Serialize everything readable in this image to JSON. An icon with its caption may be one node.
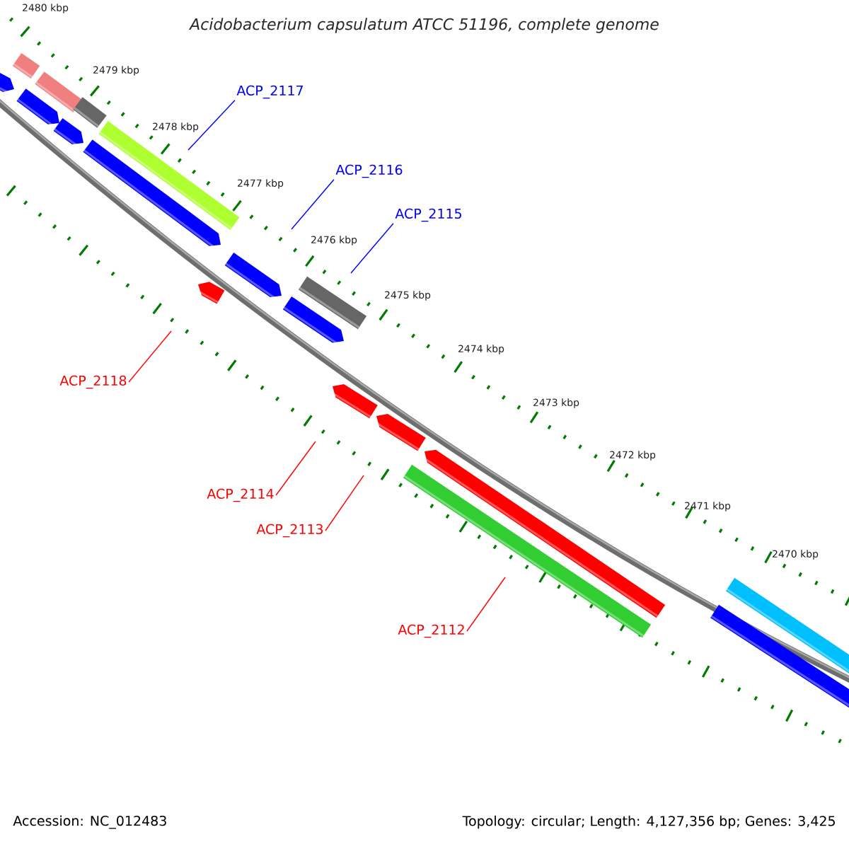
{
  "diagram": {
    "title": "Acidobacterium capsulatum ATCC 51196, complete genome",
    "nodes": [
      {
        "text": [
          "ACP_2117"
        ]
      },
      {
        "text": [
          "ACP_2116"
        ]
      },
      {
        "text": [
          "ACP_2115"
        ]
      },
      {
        "text": [
          "ACP_2118"
        ]
      },
      {
        "text": [
          "ACP_2114"
        ]
      },
      {
        "text": [
          "ACP_2113"
        ]
      },
      {
        "text": [
          "ACP_2112"
        ]
      }
    ],
    "edges": [
      {
        "from": 0,
        "to": null,
        "arrow": "none",
        "color": "#0000ff"
      },
      {
        "from": 1,
        "to": null,
        "arrow": "none",
        "color": "#0000ff"
      },
      {
        "from": 2,
        "to": null,
        "arrow": "none",
        "color": "#0000ff"
      },
      {
        "from": 3,
        "to": null,
        "arrow": "none"
      },
      {
        "from": 4,
        "to": null,
        "arrow": "none"
      },
      {
        "from": 5,
        "to": null,
        "arrow": "none"
      },
      {
        "from": 6,
        "to": null,
        "arrow": "none"
      }
    ],
    "labels": [
      "2480 kbp",
      "2479 kbp",
      "2478 kbp",
      "2477 kbp",
      "2476 kbp",
      "2475 kbp",
      "2474 kbp",
      "2473 kbp",
      "2472 kbp",
      "2471 kbp",
      "2470 kbp",
      "Accession: NC_012483",
      "Topology: circular; Length: 4,127,356 bp; Genes: 3,425"
    ]
  }
}
